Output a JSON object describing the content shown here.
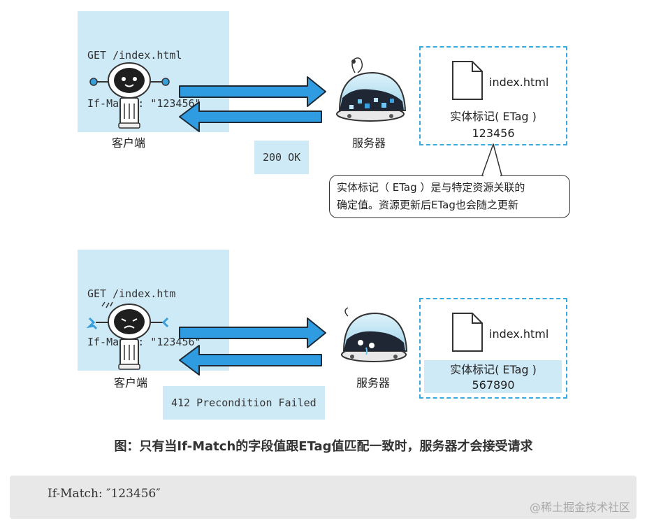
{
  "scene1": {
    "request_line1": "GET /index.html",
    "request_line2": "If-Match: \"123456\"",
    "client_label": "客户端",
    "server_label": "服务器",
    "response": "200 OK",
    "file_name": "index.html",
    "etag_label": "实体标记( ETag )",
    "etag_value": "123456",
    "bubble_line1": "实体标记（ ETag ）是与特定资源关联的",
    "bubble_line2": "确定值。资源更新后ETag也会随之更新"
  },
  "scene2": {
    "request_line1": "GET /index.htm",
    "request_line2": "If-Match: \"123456\"",
    "client_label": "客户端",
    "server_label": "服务器",
    "response": "412 Precondition Failed",
    "file_name": "index.html",
    "etag_label": "实体标记( ETag )",
    "etag_value": "567890"
  },
  "caption": "图：只有当If-Match的字段值跟ETag值匹配一致时，服务器才会接受请求",
  "code": "If-Match: ″123456″",
  "watermark": "@稀土掘金技术社区",
  "colors": {
    "highlight": "#cfeaf7",
    "arrow_blue": "#2f9be0",
    "dashed_border": "#3aa9dd",
    "code_bg": "#e8e8e8"
  },
  "icons": [
    "robot-client-icon",
    "robot-server-icon",
    "document-icon",
    "arrow-right-icon",
    "arrow-left-icon"
  ]
}
